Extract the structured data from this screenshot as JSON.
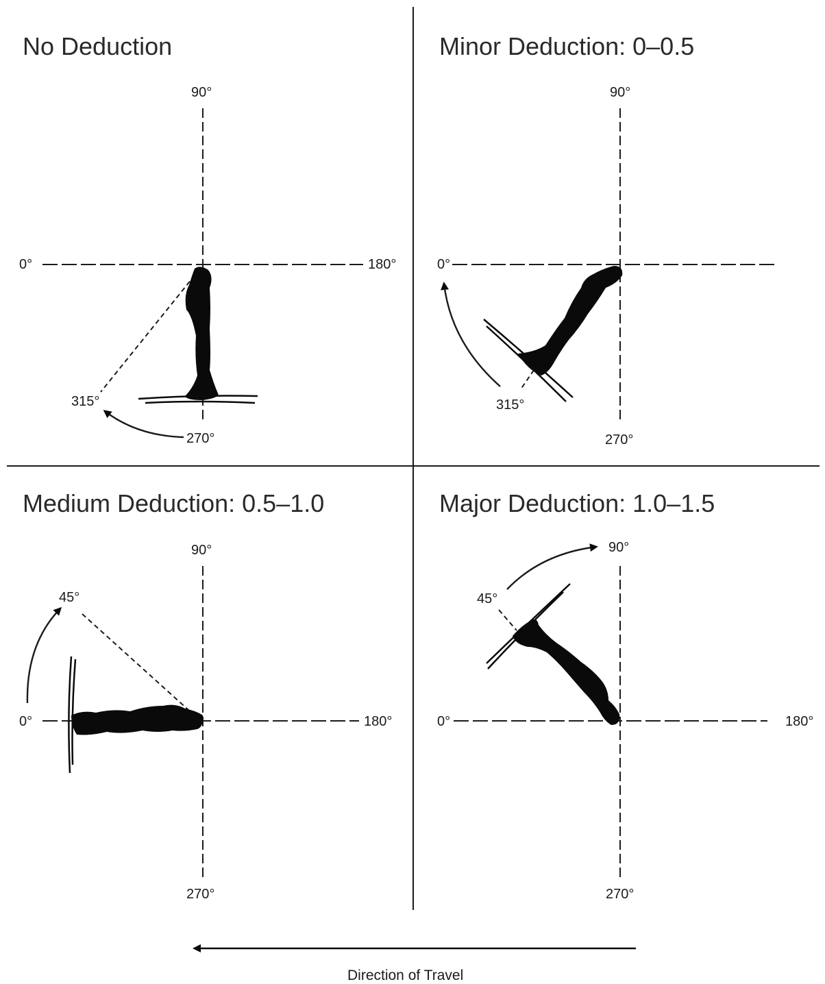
{
  "panels": [
    {
      "title": "No Deduction",
      "labels": {
        "top": "90°",
        "left": "0°",
        "right": "180°",
        "bottom": "270°",
        "angle": "315°"
      }
    },
    {
      "title": "Minor Deduction: 0–0.5",
      "labels": {
        "top": "90°",
        "left": "0°",
        "bottom": "270°",
        "angle": "315°"
      }
    },
    {
      "title": "Medium Deduction: 0.5–1.0",
      "labels": {
        "top": "90°",
        "left": "0°",
        "right": "180°",
        "bottom": "270°",
        "angle": "45°"
      }
    },
    {
      "title": "Major Deduction: 1.0–1.5",
      "labels": {
        "top": "90°",
        "left": "0°",
        "right": "180°",
        "bottom": "270°",
        "angle": "45°"
      }
    }
  ],
  "footer": {
    "direction_label": "Direction of Travel"
  },
  "colors": {
    "ink": "#0a0a0a",
    "text": "#2a2a2a",
    "background": "#ffffff"
  }
}
